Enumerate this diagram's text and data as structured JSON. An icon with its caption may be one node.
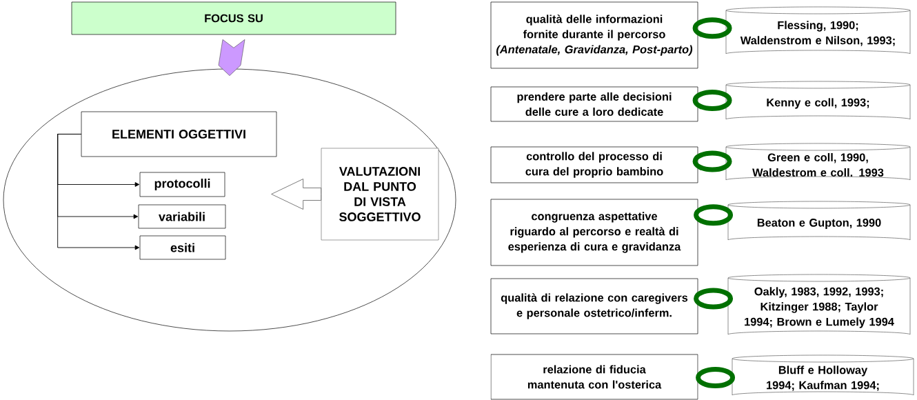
{
  "diagram": {
    "nodes": [
      {
        "text": [
          "FOCUS SU"
        ]
      },
      {
        "text": [],
        "shape": "ellipse"
      },
      {
        "text": [
          "ELEMENTI OGGETTIVI"
        ],
        "in": 1
      },
      {
        "text": [
          "protocolli"
        ],
        "in": 1
      },
      {
        "text": [
          "variabili"
        ],
        "in": 1
      },
      {
        "text": [
          "esiti"
        ],
        "in": 1
      },
      {
        "text": [
          "VALUTAZIONI DAL PUNTO DI VISTA SOGGETTIVO"
        ],
        "in": 1
      },
      {
        "text": [
          "qualità delle informazioni fornite durante il percorso *(Antenatale, Gravidanza, Post-parto)*"
        ]
      },
      {
        "text": [
          "Flessing, 1990; Waldenstrom e Nilson, 1993;"
        ]
      },
      {
        "text": [
          "prendere parte alle decisioni delle cure a loro dedicate"
        ]
      },
      {
        "text": [
          "Kenny e coll, 1993;"
        ]
      },
      {
        "text": [
          "controllo del processo di cura del proprio bambino"
        ]
      },
      {
        "text": [
          "Green e coll, 1990, Waldestrom e coll. 1993"
        ]
      },
      {
        "text": [
          "congruenza aspettative riguardo al percorso e realtà di esperienza di cura e gravidanza"
        ]
      },
      {
        "text": [
          "Beaton e Gupton, 1990"
        ]
      },
      {
        "text": [
          "qualità di relazione con caregivers e personale ostetrico/inferm."
        ]
      },
      {
        "text": [
          "Oakly, 1983, 1992, 1993; Kitzinger 1988; Taylor 1994; Brown e Lumely 1994"
        ]
      },
      {
        "text": [
          "relazione di fiducia mantenuta con l'osterica"
        ]
      },
      {
        "text": [
          "Bluff e Holloway 1994; Kaufman 1994;"
        ]
      }
    ],
    "edges": [
      {
        "from": 0,
        "to": 1,
        "arrow": "to"
      },
      {
        "from": 2,
        "to": 3,
        "arrow": "to"
      },
      {
        "from": 2,
        "to": 4,
        "arrow": "to"
      },
      {
        "from": 2,
        "to": 5,
        "arrow": "to"
      },
      {
        "from": 6,
        "to": null,
        "arrow": "to"
      },
      {
        "from": 7,
        "to": 8,
        "arrow": "none",
        "style": "thick",
        "color": "#007000"
      },
      {
        "from": 9,
        "to": 10,
        "arrow": "none",
        "style": "thick",
        "color": "#007000"
      },
      {
        "from": 11,
        "to": 12,
        "arrow": "none",
        "style": "thick",
        "color": "#007000"
      },
      {
        "from": 13,
        "to": 14,
        "arrow": "none",
        "style": "thick",
        "color": "#007000"
      },
      {
        "from": 15,
        "to": 16,
        "arrow": "none",
        "style": "thick",
        "color": "#007000"
      },
      {
        "from": 17,
        "to": 18,
        "arrow": "none",
        "style": "thick",
        "color": "#007000"
      }
    ]
  }
}
